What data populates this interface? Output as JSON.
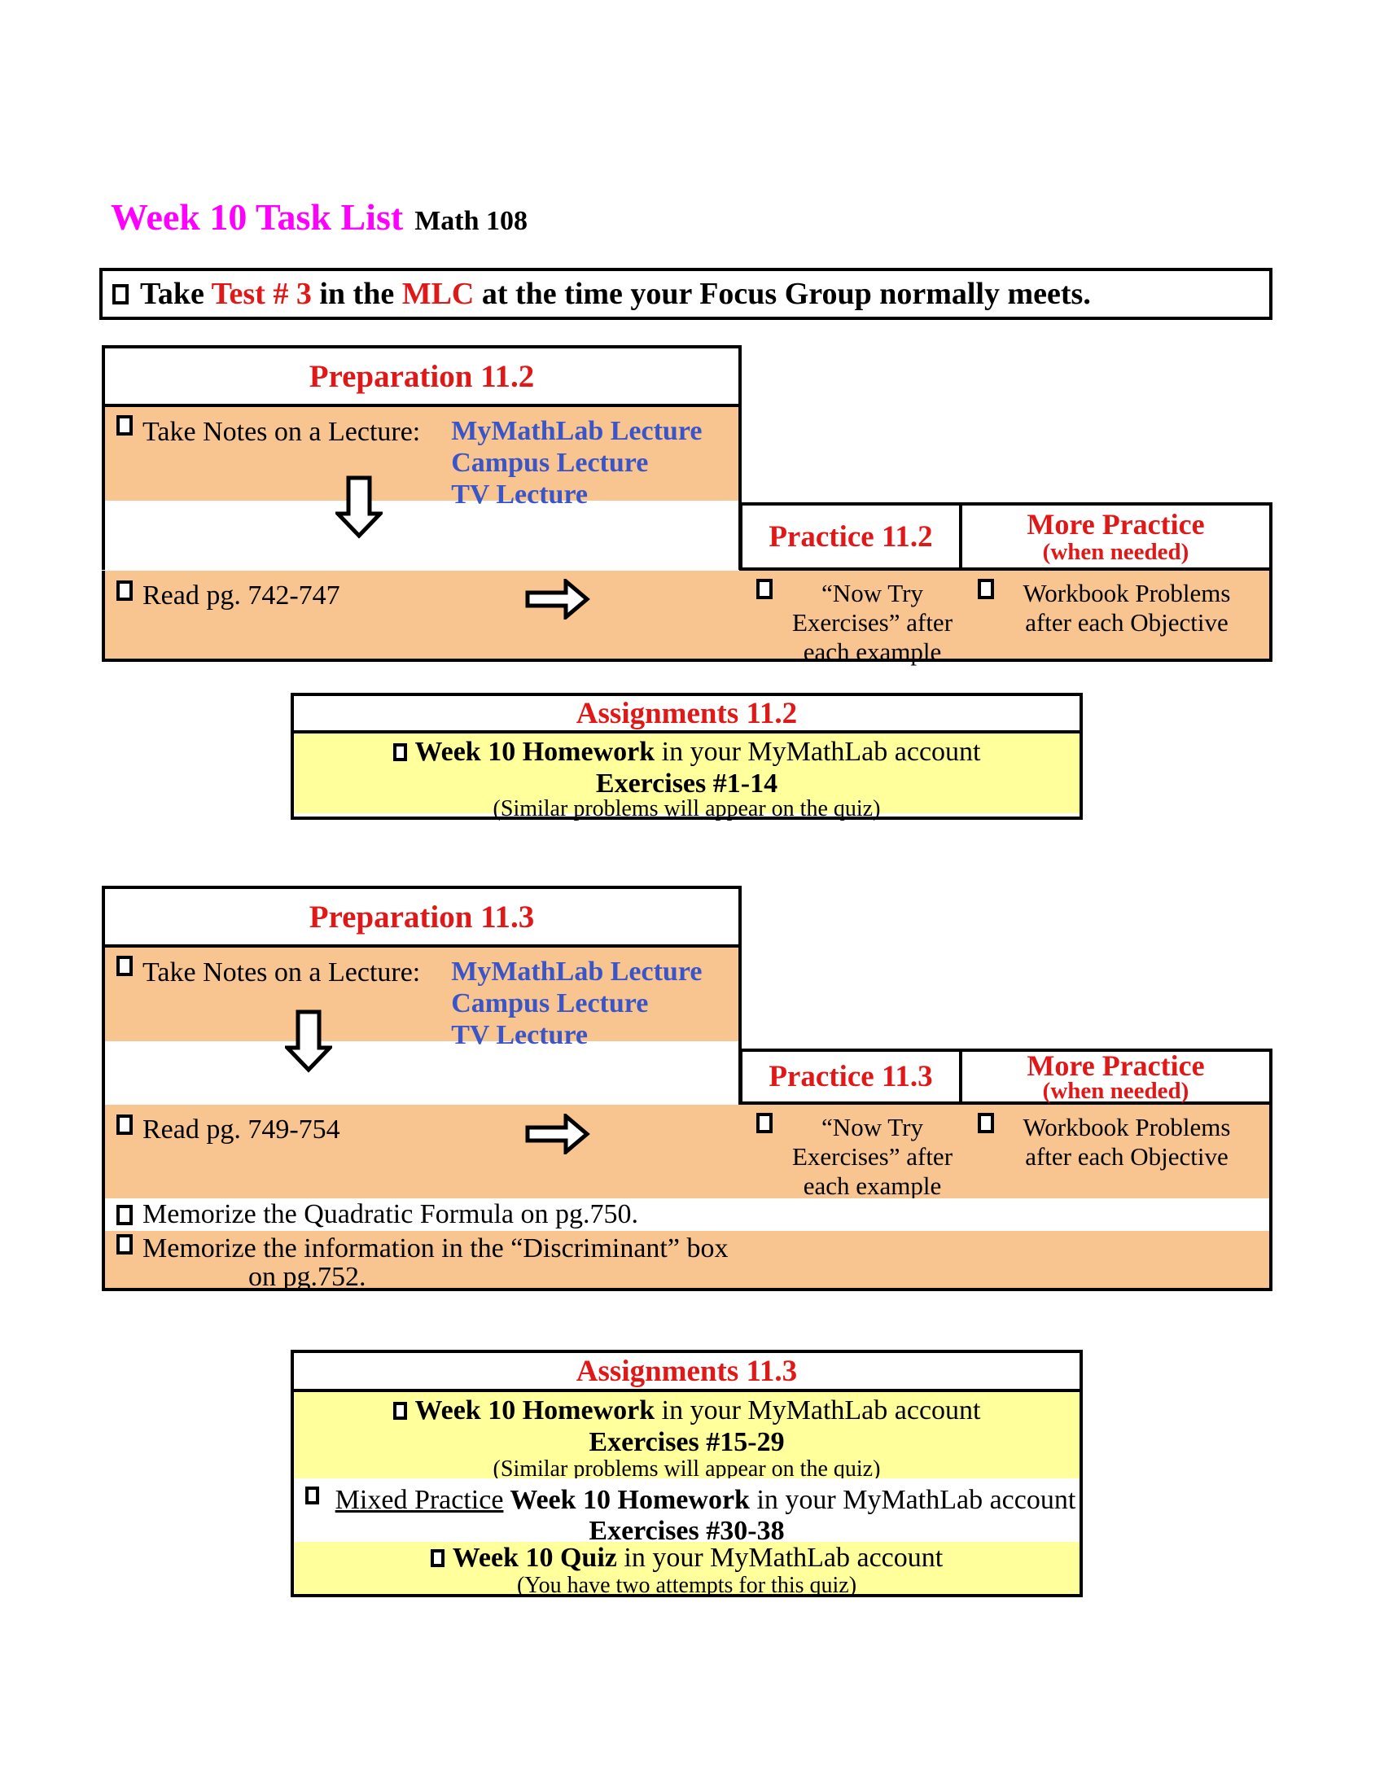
{
  "colors": {
    "accent_red": "#E01818",
    "lecture_blue": "#3A55C8",
    "band_orange": "#F8C48F",
    "band_yellow": "#FFFF9B",
    "title_magenta": "#FF00FF"
  },
  "icons": {
    "checkbox": "empty-checkbox-square",
    "down_arrow": "down-block-arrow",
    "right_arrow": "right-block-arrow"
  },
  "header": {
    "title": "Week 10 Task List",
    "course": "Math 108"
  },
  "top_task": {
    "segments": [
      "Take ",
      "Test # 3",
      " in the ",
      "MLC",
      " at the time your Focus Group normally meets."
    ]
  },
  "s112": {
    "prep_title": "Preparation 11.2",
    "take_notes": "Take Notes on a Lecture:",
    "lectures": [
      "MyMathLab Lecture",
      "Campus Lecture",
      "TV Lecture"
    ],
    "read": "Read pg. 742-747",
    "practice_title": "Practice 11.2",
    "more_practice": "More Practice",
    "when_needed": "(when needed)",
    "now_try": "“Now Try Exercises” after each example",
    "workbook": "Workbook Problems after each Objective"
  },
  "a112": {
    "title": "Assignments 11.2",
    "hw_bold": "Week 10 Homework",
    "hw_rest": " in your MyMathLab account",
    "exercises": "Exercises #1-14",
    "note": "(Similar problems will appear on the quiz)"
  },
  "s113": {
    "prep_title": "Preparation 11.3",
    "take_notes": "Take Notes on a Lecture:",
    "lectures": [
      "MyMathLab Lecture",
      "Campus Lecture",
      "TV Lecture"
    ],
    "read": "Read pg. 749-754",
    "practice_title": "Practice 11.3",
    "more_practice": "More Practice",
    "when_needed": "(when needed)",
    "now_try": "“Now Try Exercises” after each example",
    "workbook": "Workbook Problems after each Objective",
    "memorize1": "Memorize the Quadratic Formula on pg.750.",
    "memorize2_line1": "Memorize the information in the “Discriminant” box",
    "memorize2_line2": "on pg.752."
  },
  "a113": {
    "title": "Assignments 11.3",
    "hw_bold": "Week 10 Homework",
    "hw_rest": " in your MyMathLab account",
    "exercises1": "Exercises #15-29",
    "note1": "(Similar problems will appear on the quiz)",
    "mixed_underline": "Mixed Practice",
    "mixed_bold": " Week 10 Homework",
    "mixed_rest": " in your MyMathLab account",
    "exercises2": "Exercises #30-38",
    "quiz_bold": "Week 10 Quiz",
    "quiz_rest": " in your MyMathLab account",
    "note2": "(You have two attempts for this quiz)"
  }
}
